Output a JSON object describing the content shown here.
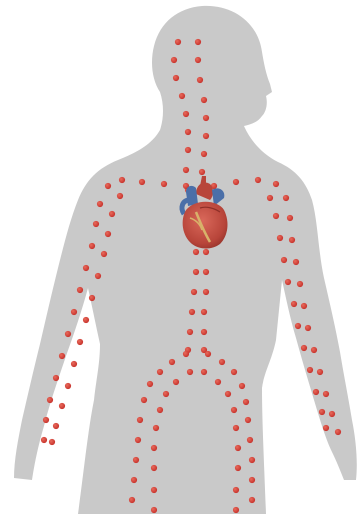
{
  "figure": {
    "subject": "human-circulatory-system-diagram",
    "colors": {
      "background": "#ffffff",
      "body_silhouette": "#c9c9c9",
      "blood_dot": "#c6312b",
      "blood_dot_highlight": "#e86a5c",
      "heart_muscle": "#b8453a",
      "heart_vessels_blue": "#4b6fa8",
      "heart_fat": "#d8b26a"
    },
    "icons": [
      "body-silhouette",
      "heart-icon",
      "blood-cell-dot"
    ]
  }
}
